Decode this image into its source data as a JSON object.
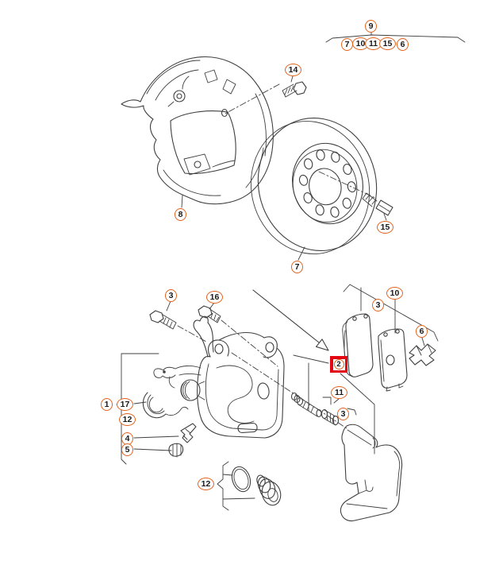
{
  "colors": {
    "callout_outline": "#E2631E",
    "highlight_red": "#E30613",
    "line_art": "#3F3F3F",
    "background": "#FFFFFF"
  },
  "highlight": {
    "selected_callout": "2",
    "has_red_arrow": true
  },
  "brackets": {
    "kit_9_contains": [
      "7",
      "10",
      "11",
      "15",
      "6"
    ],
    "assembly_1_contains": [
      "17",
      "12",
      "4",
      "5"
    ]
  },
  "callouts": [
    {
      "label": "9"
    },
    {
      "label": "7"
    },
    {
      "label": "10"
    },
    {
      "label": "11"
    },
    {
      "label": "15"
    },
    {
      "label": "6"
    },
    {
      "label": "14"
    },
    {
      "label": "8"
    },
    {
      "label": "7"
    },
    {
      "label": "15"
    },
    {
      "label": "3"
    },
    {
      "label": "16"
    },
    {
      "label": "1"
    },
    {
      "label": "17"
    },
    {
      "label": "12"
    },
    {
      "label": "4"
    },
    {
      "label": "5"
    },
    {
      "label": "12"
    },
    {
      "label": "2"
    },
    {
      "label": "11"
    },
    {
      "label": "3"
    },
    {
      "label": "3"
    },
    {
      "label": "10"
    },
    {
      "label": "6"
    }
  ]
}
